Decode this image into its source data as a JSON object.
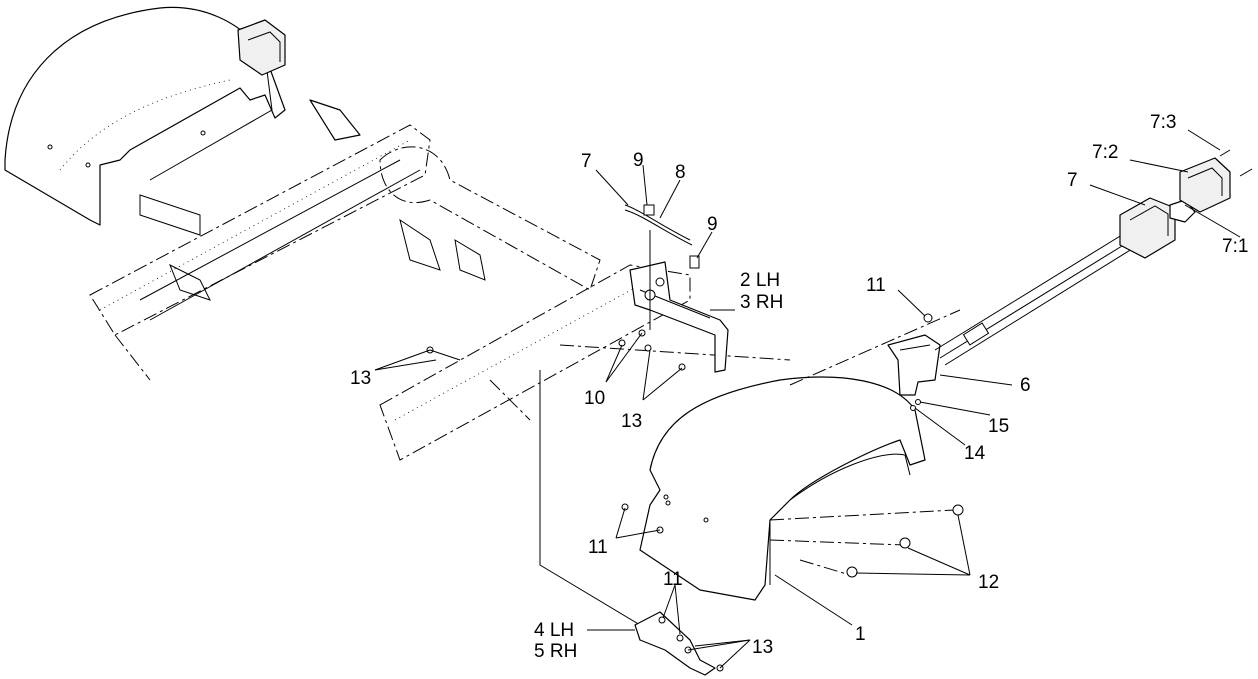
{
  "callouts": {
    "c1": "1",
    "c2lh": "2 LH",
    "c3rh": "3 RH",
    "c4lh": "4 LH",
    "c5rh": "5 RH",
    "c6": "6",
    "c7a": "7",
    "c7b": "7",
    "c71": "7:1",
    "c72": "7:2",
    "c73": "7:3",
    "c8": "8",
    "c9a": "9",
    "c9b": "9",
    "c10": "10",
    "c11a": "11",
    "c11b": "11",
    "c11c": "11",
    "c12": "12",
    "c13a": "13",
    "c13b": "13",
    "c13c": "13",
    "c14": "14",
    "c15": "15"
  }
}
